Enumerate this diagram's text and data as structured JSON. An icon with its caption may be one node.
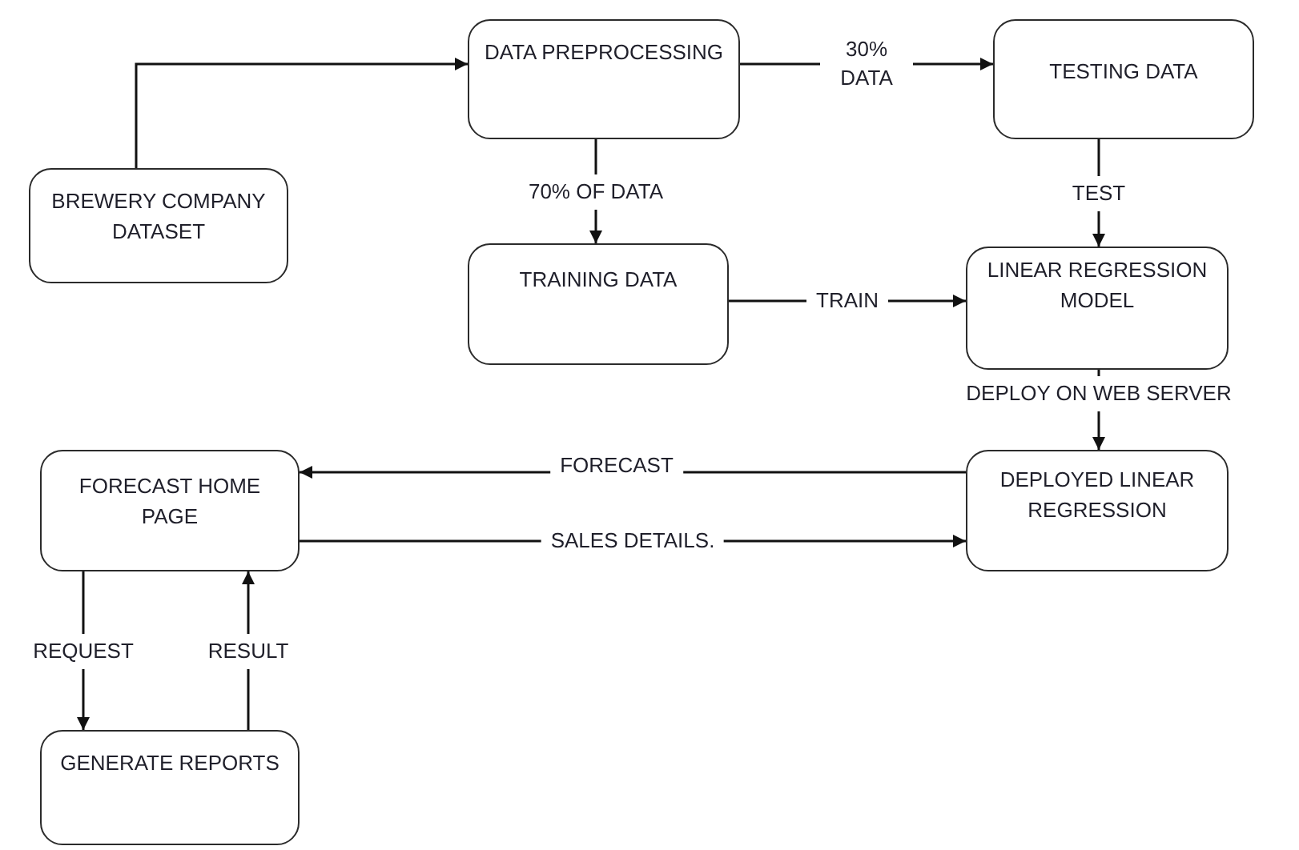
{
  "diagram": {
    "nodes": [
      {
        "text": [
          "BREWERY COMPANY DATASET"
        ]
      },
      {
        "text": [
          "DATA PREPROCESSING"
        ]
      },
      {
        "text": [
          "TESTING DATA"
        ]
      },
      {
        "text": [
          "TRAINING DATA"
        ]
      },
      {
        "text": [
          "LINEAR REGRESSION MODEL"
        ]
      },
      {
        "text": [
          "DEPLOYED LINEAR REGRESSION"
        ]
      },
      {
        "text": [
          "FORECAST HOME PAGE"
        ]
      },
      {
        "text": [
          "GENERATE REPORTS"
        ]
      }
    ],
    "edges": [
      {
        "from": 0,
        "to": 1,
        "arrow": "to"
      },
      {
        "from": 1,
        "to": 2,
        "arrow": "to",
        "label": "30% DATA"
      },
      {
        "from": 1,
        "to": 3,
        "arrow": "to",
        "label": "70% OF DATA"
      },
      {
        "from": 2,
        "to": 4,
        "arrow": "to",
        "label": "TEST"
      },
      {
        "from": 3,
        "to": 4,
        "arrow": "to",
        "label": "TRAIN"
      },
      {
        "from": 4,
        "to": 5,
        "arrow": "to",
        "label": "DEPLOY ON WEB SERVER"
      },
      {
        "from": 5,
        "to": 6,
        "arrow": "to",
        "label": "FORECAST"
      },
      {
        "from": 6,
        "to": 5,
        "arrow": "to",
        "label": "SALES DETAILS."
      },
      {
        "from": 6,
        "to": 7,
        "arrow": "to",
        "label": "REQUEST"
      },
      {
        "from": 7,
        "to": 6,
        "arrow": "to",
        "label": "RESULT"
      }
    ]
  }
}
